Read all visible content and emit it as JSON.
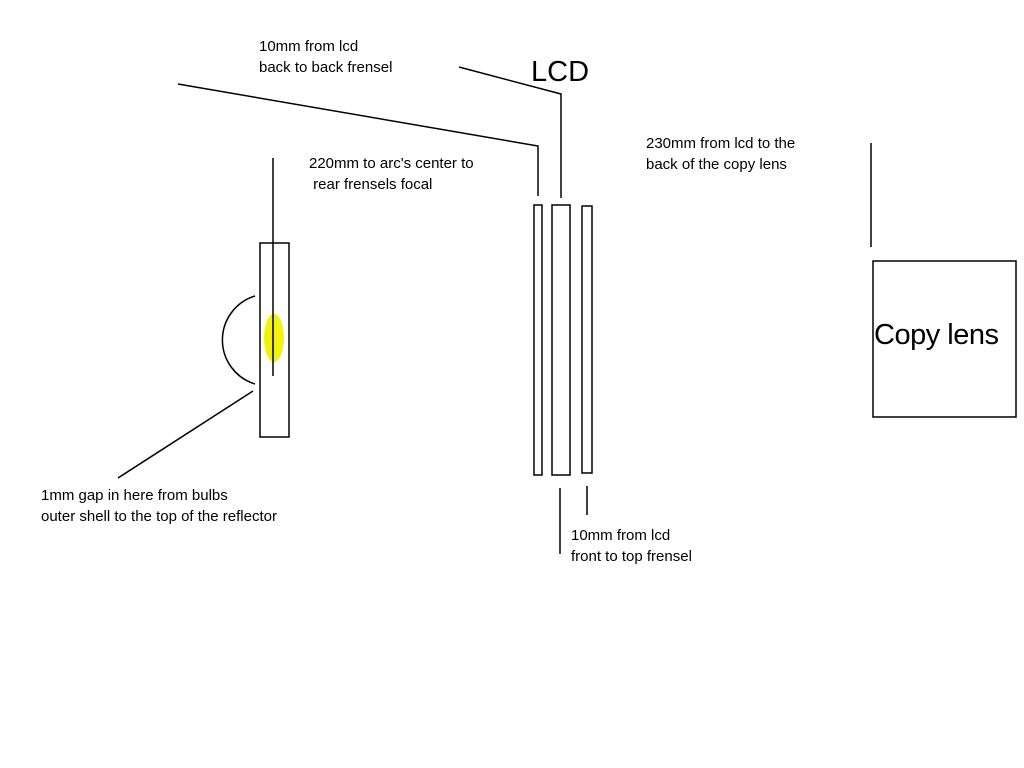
{
  "labels": {
    "lcd": "LCD",
    "copy_lens": "Copy lens",
    "back_gap": "10mm from lcd\nback to back frensel",
    "arc_distance": "220mm to arc's center to\n rear frensels focal",
    "lens_distance": "230mm from lcd to the\nback of the copy lens",
    "front_gap": "10mm from lcd\nfront to top frensel",
    "bulb_gap": "1mm gap in here from bulbs\nouter shell to the top of the reflector"
  },
  "colors": {
    "stroke": "#000000",
    "background": "#ffffff",
    "bulb_glow": "#f2f20a"
  }
}
